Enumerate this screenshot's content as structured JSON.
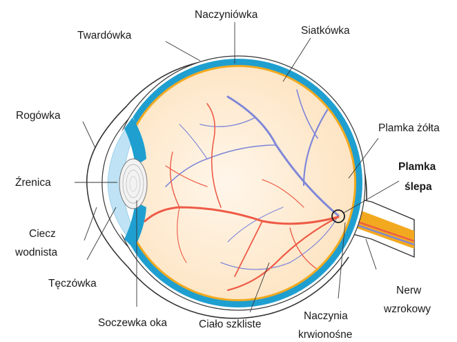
{
  "labels": {
    "twardowka": "Twardówka",
    "naczyniowka": "Naczyniówka",
    "siatkowka": "Siatkówka",
    "rogowka": "Rogówka",
    "plamka_zolta": "Plamka żółta",
    "zrenica": "Źrenica",
    "plamka_slepa_line1": "Plamka",
    "plamka_slepa_line2": "ślepa",
    "ciecz_line1": "Ciecz",
    "ciecz_line2": "wodnista",
    "teczowka": "Tęczówka",
    "nerw_line1": "Nerw",
    "nerw_line2": "wzrokowy",
    "soczewka": "Soczewka oka",
    "cialo": "Ciało szkliste",
    "naczynia_line1": "Naczynia",
    "naczynia_line2": "krwionośne"
  },
  "colors": {
    "sclera": "#ffffff",
    "choroid": "#1f9fd0",
    "retina": "#f2a91f",
    "vitreous": "#fde3c0",
    "vitreous_center": "#fff6ea",
    "artery": "#ee5a46",
    "vein": "#7f87d8",
    "iris": "#bfe3f5",
    "lens": "#f2f2f2",
    "outline": "#333333"
  }
}
